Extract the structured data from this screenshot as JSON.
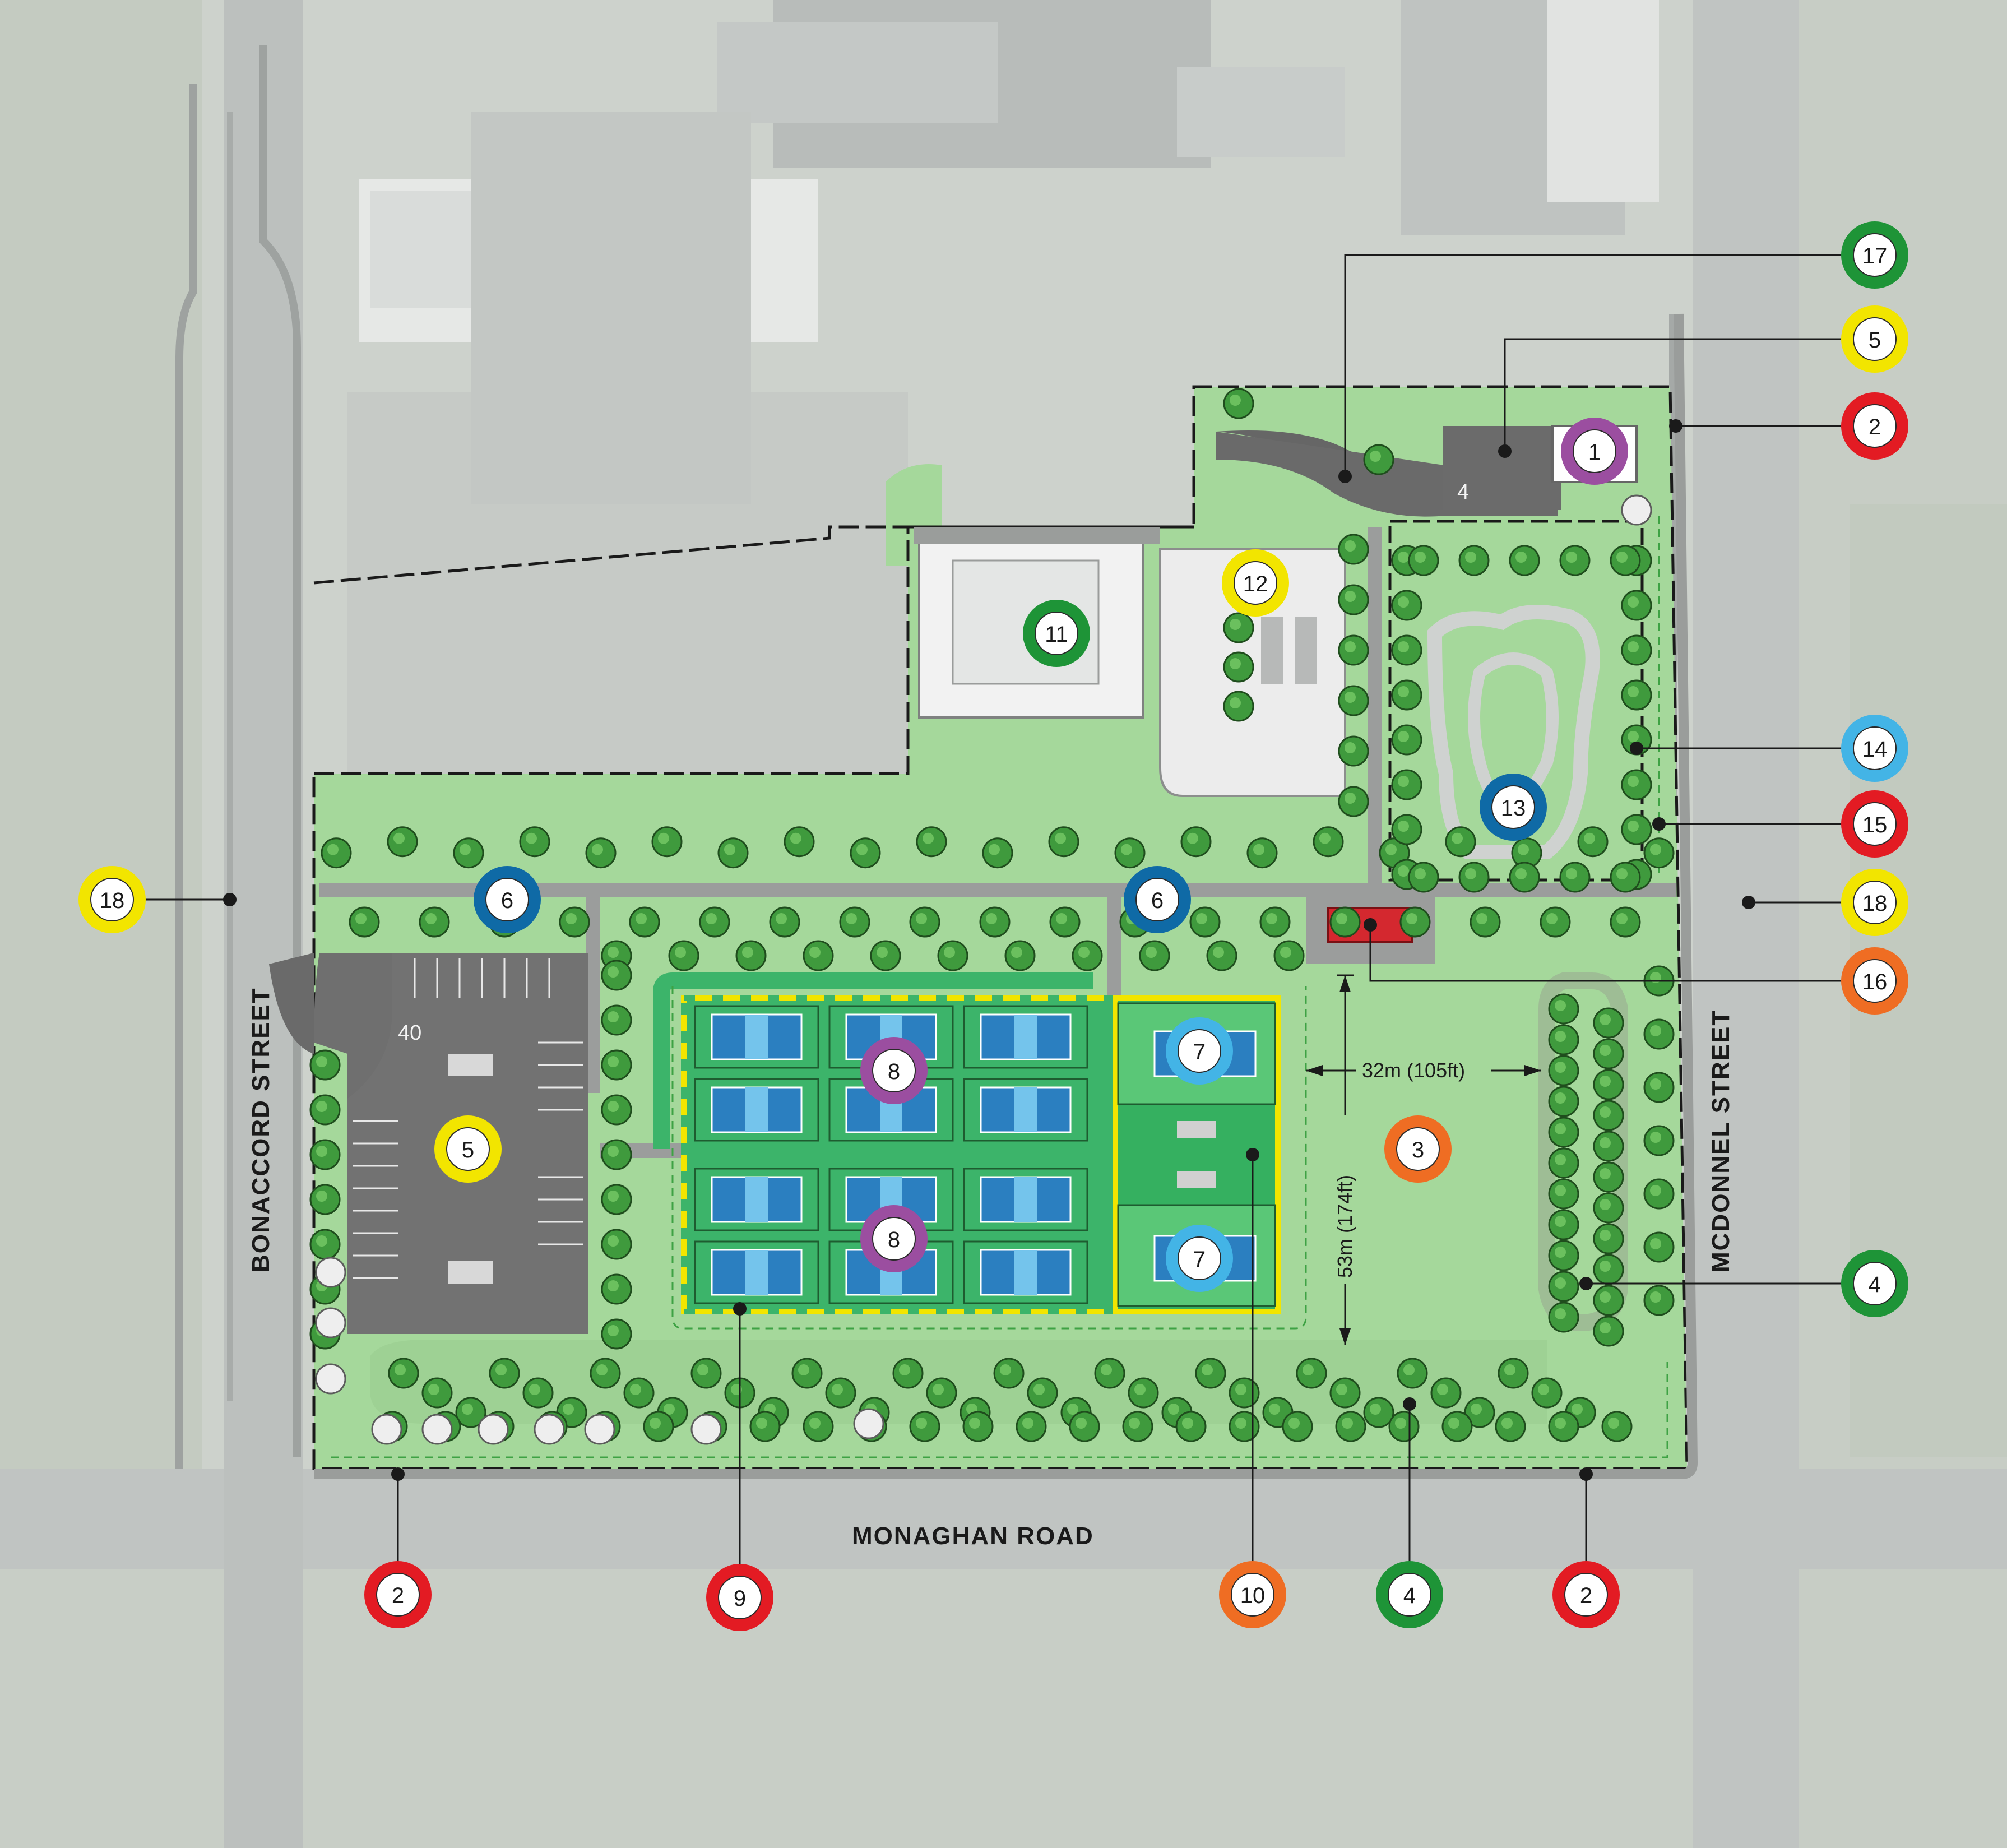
{
  "streets": {
    "west": "BONACCORD STREET",
    "south": "MONAGHAN ROAD",
    "east": "MCDONNEL STREET"
  },
  "dimensions": {
    "width": "32m (105ft)",
    "height": "53m (174ft)"
  },
  "lot_labels": {
    "main_lot_count": "40",
    "north_lot_count": "4"
  },
  "colors": {
    "red": "#e31b23",
    "yellow": "#f2e500",
    "green": "#1e9437",
    "purple": "#9b4ea0",
    "blue": "#0f6aa6",
    "light_blue": "#43b4e6",
    "orange": "#ef6d23"
  },
  "markers": [
    {
      "id": "1",
      "color": "purple"
    },
    {
      "id": "5",
      "color": "yellow"
    },
    {
      "id": "11",
      "color": "green"
    },
    {
      "id": "12",
      "color": "yellow"
    },
    {
      "id": "13",
      "color": "blue"
    },
    {
      "id": "6",
      "color": "blue"
    },
    {
      "id": "6",
      "color": "blue"
    },
    {
      "id": "8",
      "color": "purple"
    },
    {
      "id": "8",
      "color": "purple"
    },
    {
      "id": "7",
      "color": "light_blue"
    },
    {
      "id": "7",
      "color": "light_blue"
    },
    {
      "id": "3",
      "color": "orange"
    },
    {
      "id": "17",
      "color": "green"
    },
    {
      "id": "5",
      "color": "yellow"
    },
    {
      "id": "2",
      "color": "red"
    },
    {
      "id": "14",
      "color": "light_blue"
    },
    {
      "id": "15",
      "color": "red"
    },
    {
      "id": "18",
      "color": "yellow"
    },
    {
      "id": "16",
      "color": "orange"
    },
    {
      "id": "4",
      "color": "green"
    },
    {
      "id": "18",
      "color": "yellow"
    },
    {
      "id": "2",
      "color": "red"
    },
    {
      "id": "9",
      "color": "red"
    },
    {
      "id": "10",
      "color": "orange"
    },
    {
      "id": "4",
      "color": "green"
    },
    {
      "id": "2",
      "color": "red"
    }
  ]
}
